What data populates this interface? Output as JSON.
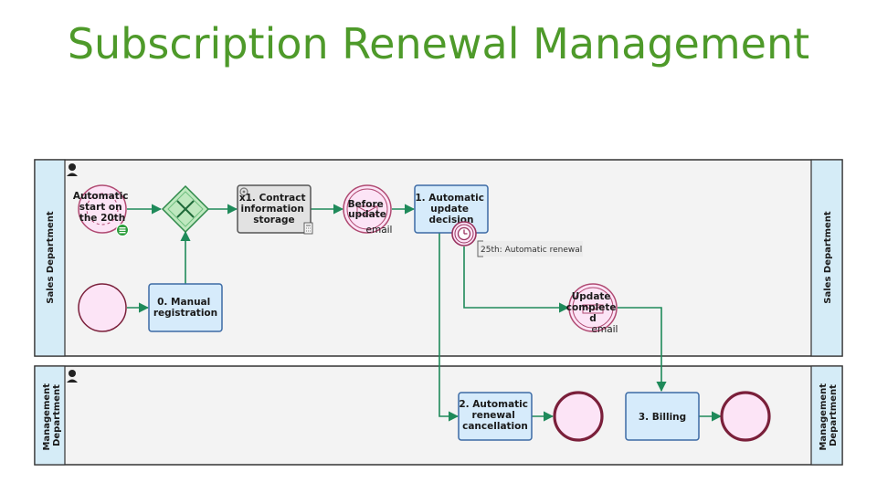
{
  "title": "Subscription Renewal Management",
  "colors": {
    "title": "#4e9a2a",
    "task_fill": "#d6ebfb",
    "task_stroke": "#3c6aa5",
    "event_fill": "#fce4f6",
    "end_stroke": "#7a1f3a",
    "flow": "#1f8a5a",
    "lane_header": "#d5ecf7",
    "gateway": "#bfe8bf"
  },
  "lanes": {
    "sales": "Sales Department",
    "management": [
      "Management",
      "Department"
    ]
  },
  "events": {
    "timer_start": [
      "Automatic",
      "start on",
      "the 20th"
    ],
    "before_update": [
      "Before",
      "update"
    ],
    "before_update_tag": "email",
    "update_completed": [
      "Update",
      "complete",
      "d"
    ],
    "update_completed_tag": "email"
  },
  "tasks": {
    "manual_registration": [
      "0. Manual",
      "registration"
    ],
    "contract_storage": [
      "x1. Contract",
      "information",
      "storage"
    ],
    "auto_update_decision": [
      "1. Automatic",
      "update",
      "decision"
    ],
    "auto_renewal_cancellation": [
      "2. Automatic",
      "renewal",
      "cancellation"
    ],
    "billing": "3. Billing"
  },
  "annotations": {
    "timer_boundary": "25th: Automatic renewal"
  },
  "icons": {
    "lane_role": "person-icon",
    "timer": "clock-icon",
    "gateway": "exclusive-gateway-x-icon",
    "service": "gear-icon",
    "calculator": "calculator-icon",
    "message": "envelope-icon"
  }
}
